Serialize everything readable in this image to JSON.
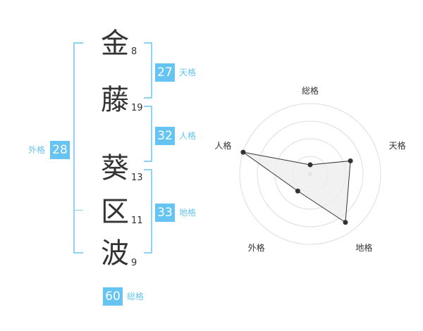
{
  "name": {
    "chars": [
      {
        "char": "金",
        "strokes": "8"
      },
      {
        "char": "藤",
        "strokes": "19"
      },
      {
        "char": "葵",
        "strokes": "13"
      },
      {
        "char": "区",
        "strokes": "11"
      },
      {
        "char": "波",
        "strokes": "9"
      }
    ]
  },
  "kaku": {
    "tenkaku": {
      "value": "27",
      "label": "天格"
    },
    "jinkaku": {
      "value": "32",
      "label": "人格"
    },
    "chikaku": {
      "value": "33",
      "label": "地格"
    },
    "gaikaku": {
      "value": "28",
      "label": "外格"
    },
    "soukaku": {
      "value": "60",
      "label": "総格"
    }
  },
  "chart_data": {
    "type": "radar",
    "axes": [
      "総格",
      "天格",
      "地格",
      "外格",
      "人格"
    ],
    "values": [
      0.13,
      0.6,
      0.85,
      0.3,
      1.0
    ],
    "max": 1.0,
    "rings": 4,
    "colors": {
      "fill": "#eeeeee",
      "stroke": "#333333",
      "grid": "#dddddd",
      "point": "#333333"
    }
  },
  "colors": {
    "accent": "#66c4f2",
    "bracket": "#8fd3f4"
  }
}
